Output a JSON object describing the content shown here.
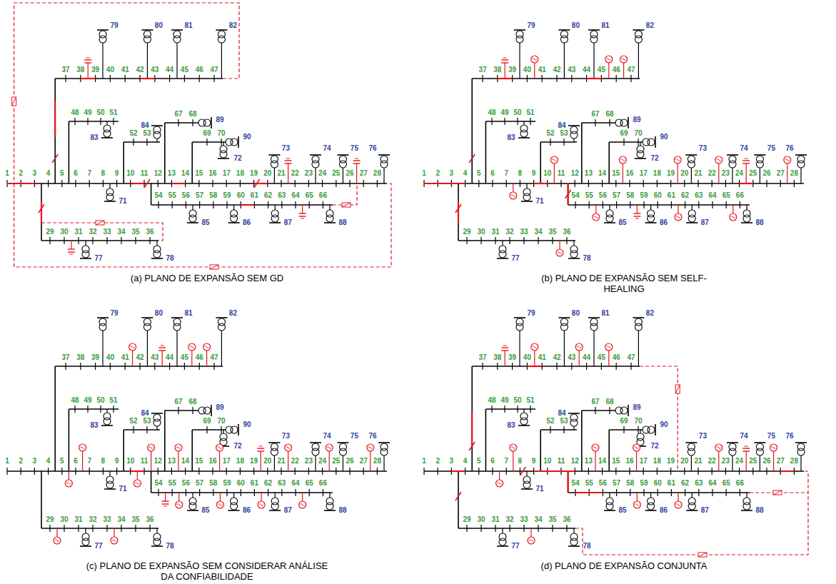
{
  "diagram": {
    "labels": [
      "1",
      "2",
      "3",
      "4",
      "5",
      "6",
      "7",
      "8",
      "9",
      "10",
      "11",
      "12",
      "13",
      "14",
      "15",
      "16",
      "17",
      "18",
      "19",
      "20",
      "21",
      "22",
      "23",
      "24",
      "25",
      "26",
      "27",
      "28",
      "29",
      "30",
      "31",
      "32",
      "33",
      "34",
      "35",
      "36",
      "37",
      "38",
      "39",
      "40",
      "41",
      "42",
      "43",
      "44",
      "45",
      "46",
      "47",
      "48",
      "49",
      "50",
      "51",
      "52",
      "53",
      "54",
      "55",
      "56",
      "57",
      "58",
      "59",
      "60",
      "61",
      "62",
      "63",
      "64",
      "65",
      "66",
      "67",
      "68",
      "69",
      "70",
      "71",
      "72",
      "73",
      "74",
      "75",
      "76",
      "77",
      "78",
      "79",
      "80",
      "81",
      "82",
      "83",
      "84",
      "85",
      "86",
      "87",
      "88",
      "89",
      "90",
      "(a) PLANO DE EXPANSÃO SEM GD",
      "1",
      "2",
      "3",
      "4",
      "5",
      "6",
      "7",
      "8",
      "9",
      "10",
      "11",
      "12",
      "13",
      "14",
      "15",
      "16",
      "17",
      "18",
      "19",
      "20",
      "21",
      "22",
      "23",
      "24",
      "25",
      "26",
      "27",
      "28",
      "29",
      "30",
      "31",
      "32",
      "33",
      "34",
      "35",
      "36",
      "37",
      "38",
      "39",
      "40",
      "41",
      "42",
      "43",
      "44",
      "45",
      "46",
      "47",
      "48",
      "49",
      "50",
      "51",
      "52",
      "53",
      "54",
      "55",
      "56",
      "57",
      "58",
      "59",
      "60",
      "61",
      "62",
      "63",
      "64",
      "65",
      "66",
      "67",
      "68",
      "69",
      "70",
      "71",
      "72",
      "73",
      "74",
      "75",
      "76",
      "77",
      "78",
      "79",
      "80",
      "81",
      "82",
      "83",
      "84",
      "85",
      "86",
      "87",
      "88",
      "89",
      "90",
      "(b) PLANO DE EXPANSÃO SEM SELF-HEALING",
      "1",
      "2",
      "3",
      "4",
      "5",
      "6",
      "7",
      "8",
      "9",
      "10",
      "11",
      "12",
      "13",
      "14",
      "15",
      "16",
      "17",
      "18",
      "19",
      "20",
      "21",
      "22",
      "23",
      "24",
      "25",
      "26",
      "27",
      "28",
      "29",
      "30",
      "31",
      "32",
      "33",
      "34",
      "35",
      "36",
      "37",
      "38",
      "39",
      "40",
      "41",
      "42",
      "43",
      "44",
      "45",
      "46",
      "47",
      "48",
      "49",
      "50",
      "51",
      "52",
      "53",
      "54",
      "55",
      "56",
      "57",
      "58",
      "59",
      "60",
      "61",
      "62",
      "63",
      "64",
      "65",
      "66",
      "67",
      "68",
      "69",
      "70",
      "71",
      "72",
      "73",
      "74",
      "75",
      "76",
      "77",
      "78",
      "79",
      "80",
      "81",
      "82",
      "83",
      "84",
      "85",
      "86",
      "87",
      "88",
      "89",
      "90",
      "(c) PLANO DE EXPANSÃO SEM CONSIDERAR ANÁLISE DA CONFIABILIDADE",
      "1",
      "2",
      "3",
      "4",
      "5",
      "6",
      "7",
      "8",
      "9",
      "10",
      "11",
      "12",
      "13",
      "14",
      "15",
      "16",
      "17",
      "18",
      "19",
      "20",
      "21",
      "22",
      "23",
      "24",
      "25",
      "26",
      "27",
      "28",
      "29",
      "30",
      "31",
      "32",
      "33",
      "34",
      "35",
      "36",
      "37",
      "38",
      "39",
      "40",
      "41",
      "42",
      "43",
      "44",
      "45",
      "46",
      "47",
      "48",
      "49",
      "50",
      "51",
      "52",
      "53",
      "54",
      "55",
      "56",
      "57",
      "58",
      "59",
      "60",
      "61",
      "62",
      "63",
      "64",
      "65",
      "66",
      "67",
      "68",
      "69",
      "70",
      "71",
      "72",
      "73",
      "74",
      "75",
      "76",
      "77",
      "78",
      "79",
      "80",
      "81",
      "82",
      "83",
      "84",
      "85",
      "86",
      "87",
      "88",
      "89",
      "90",
      "(d) PLANO DE EXPANSÃO CONJUNTA"
    ]
  }
}
